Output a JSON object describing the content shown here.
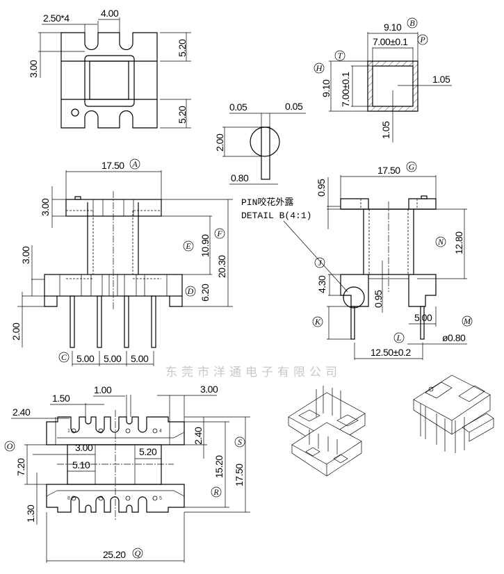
{
  "watermark": "东莞市洋通电子有限公司",
  "top_view": {
    "pitch": "2.50*4",
    "slot": "4.00",
    "depth": "3.00",
    "edge_top": "5.20",
    "edge_bottom": "5.20"
  },
  "pin_detail": {
    "tol_left": "0.05",
    "tol_right": "0.05",
    "height": "2.00",
    "diameter": "0.80"
  },
  "cross_section": {
    "outer_w": "9.10",
    "ref_w": "B",
    "inner_w": "7.00±0.1",
    "ref_inner_w": "P",
    "ref_h": "H",
    "ref_inner_h": "T",
    "outer_h": "9.10",
    "inner_h": "7.00±0.1",
    "wall_side": "1.05",
    "wall_bottom": "1.05"
  },
  "front_view": {
    "width": "17.50",
    "ref_width": "A",
    "flange_top": "3.00",
    "flange_bottom": "3.00",
    "winding": "10.90",
    "ref_winding": "E",
    "total": "20.30",
    "ref_total": "F",
    "base": "6.20",
    "ref_base": "D",
    "pin_len": "2.00",
    "ref_pitch": "C",
    "pitches": [
      "5.00",
      "5.00",
      "5.00"
    ]
  },
  "side_view": {
    "width": "17.50",
    "ref_width": "G",
    "top_thk": "0.95",
    "height": "12.80",
    "ref_height": "N",
    "ref_j": "J",
    "base": "4.30",
    "step": "0.95",
    "ref_pin": "K",
    "holder": "5.00",
    "ref_dia": "M",
    "pin_dia": "ø0.80",
    "ref_span": "L",
    "span": "12.50±0.2",
    "note_cn": "PIN咬花外露",
    "note_detail": "DETAIL B(4:1)"
  },
  "bottom_view": {
    "slot1": "1.00",
    "slot2": "1.50",
    "edge": "3.00",
    "left": "2.40",
    "flange": "2.40",
    "ref_o": "O",
    "core_a": "3.00",
    "core_b": "5.20",
    "core_c": "5.10",
    "core_h": "7.20",
    "ref_r": "R",
    "inner": "15.20",
    "ref_s": "S",
    "outer": "17.50",
    "step": "1.30",
    "length": "25.20",
    "ref_q": "Q",
    "pin_numbers": [
      "1",
      "4",
      "8",
      "5"
    ]
  }
}
